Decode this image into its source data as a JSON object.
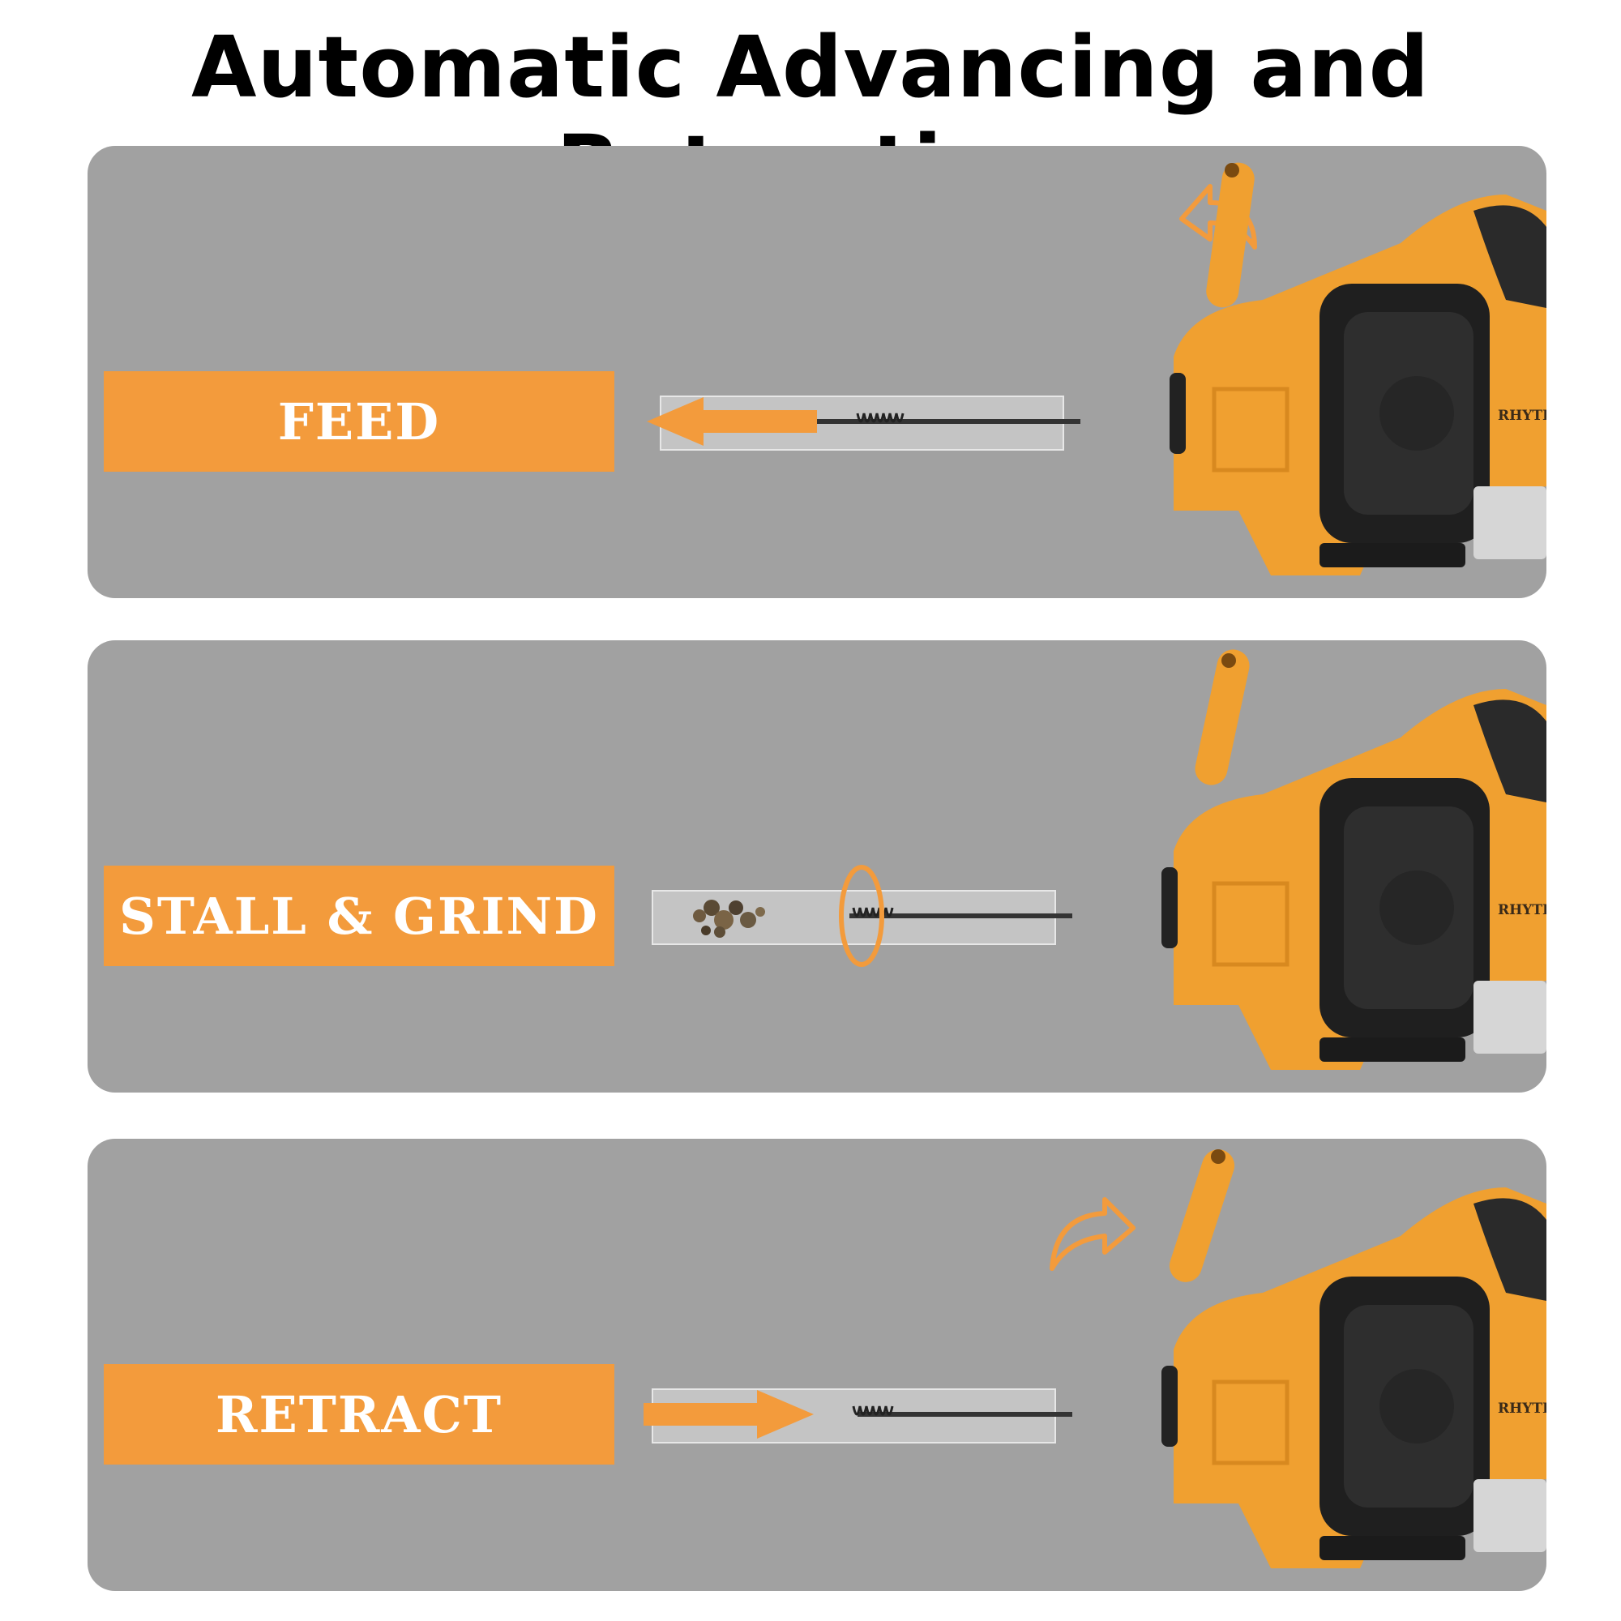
{
  "title": "Automatic Advancing and Retracting",
  "panels": [
    {
      "label": "FEED"
    },
    {
      "label": "STALL & GRIND"
    },
    {
      "label": "RETRACT"
    }
  ],
  "brand": "RHYTHNESS",
  "colors": {
    "accent": "#f39b3c",
    "panel": "#a1a1a1",
    "tool_body": "#f0a030",
    "drum": "#1f1f1f"
  }
}
